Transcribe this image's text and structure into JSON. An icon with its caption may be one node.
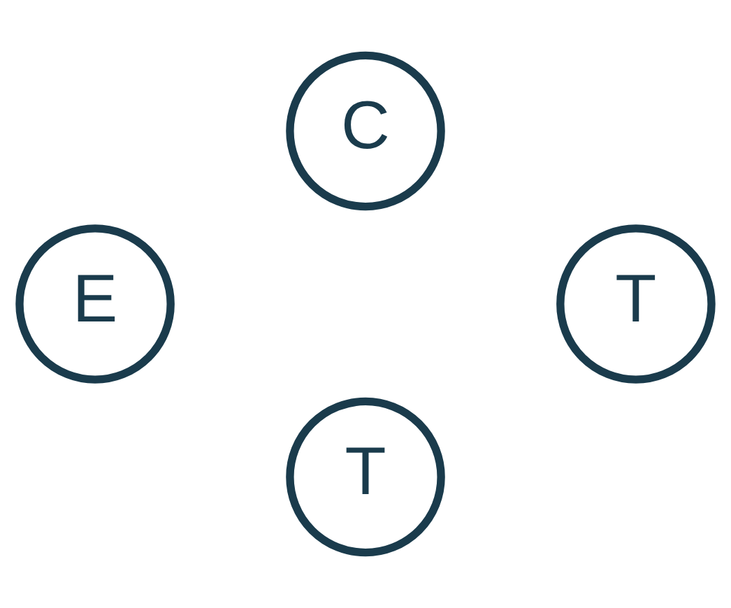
{
  "diagram": {
    "nodes": [
      {
        "text": [
          "C"
        ]
      },
      {
        "text": [
          "E"
        ]
      },
      {
        "text": [
          "T"
        ]
      },
      {
        "text": [
          "T"
        ]
      }
    ]
  }
}
